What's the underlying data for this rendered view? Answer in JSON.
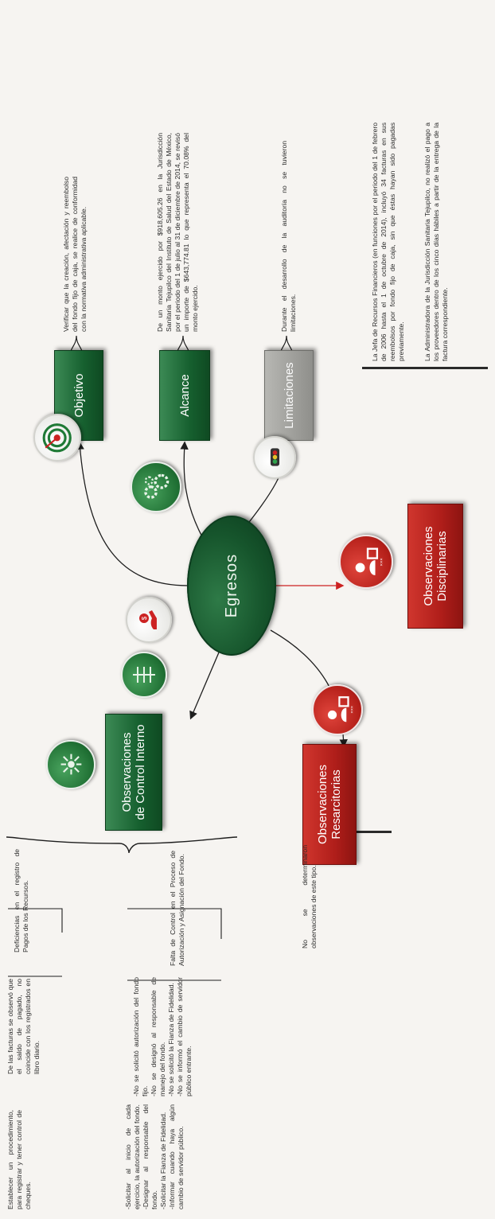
{
  "center": {
    "label": "Egresos"
  },
  "branches": {
    "objetivo": {
      "label": "Objetivo",
      "text": "Verificar que la creación, afectación y reembolso del fondo fijo de caja, se realice de conformidad con la normativa administrativa aplicable."
    },
    "alcance": {
      "label": "Alcance",
      "text": "De un monto ejercido por $918,605.26 en la Jurisdicción Sanitaria Tejupilco del Instituto de Salud del Estado de México, por el periodo del 1 de julio al 31 de diciembre de 2014, se revisó un importe de $643,774.81 lo que representa el 70.08% del monto ejercido."
    },
    "limitaciones": {
      "label": "Limitaciones",
      "text": "Durante el desarrollo de la auditoría no se tuvieron limitaciones."
    },
    "control_interno": {
      "label_line1": "Observaciones",
      "label_line2": "de Control Interno",
      "items": [
        {
          "finding": "Deficiencias en el registro de Pagos de los Recursos.",
          "detail": "De las facturas se observó que el saldo de pagado, no coincide con los registrados en libro diario.",
          "recommendation": "Establecer un procedimiento, para registrar y tener control de cheques."
        },
        {
          "finding": "Falta de Control en el Proceso de Autorización y Asignación del Fondo.",
          "detail": "-No se solicitó autorización del fondo fijo.\n-No se designó al responsable de manejo del fondo.\n-No se solicitó la Fianza de Fidelidad.\n-No se informó el cambio de servidor público entrante.",
          "recommendation": "-Solicitar al inicio de cada ejercicio, la autorización del fondo.\n-Designar al responsable del fondo.\n-Solicitar la Fianza de Fidelidad.\n-Informar cuando haya algún cambio de servidor público."
        }
      ]
    },
    "resarcitorias": {
      "label_line1": "Observaciones",
      "label_line2": "Resarcitorias",
      "text": "No se determinaron observaciones de este tipo."
    },
    "disciplinarias": {
      "label_line1": "Observaciones",
      "label_line2": "Disciplinarias",
      "text1": "La Jefa de Recursos Financieros (en funciones por el periodo del 1 de febrero de 2006 hasta el 1 de octubre de 2014), incluyó 34 facturas en sus reembolsos por fondo fijo de caja, sin que éstas hayan sido pagadas previamente.",
      "text2": "La Administradora de la Jurisdicción Sanitaria Tejupilco, no realizó el pago a los proveedores dentro de los cinco días hábiles a partir de la entrega de la factura correspondiente."
    }
  },
  "icons": [
    "target-icon",
    "gears-icon",
    "traffic-light-icon",
    "hand-coin-icon",
    "checklist-icon",
    "network-icon",
    "people-red-icon",
    "people-red-icon"
  ],
  "colors": {
    "green": "#16602f",
    "red": "#b01e1a",
    "gray": "#8f8f8b",
    "hub": "#16552c"
  }
}
